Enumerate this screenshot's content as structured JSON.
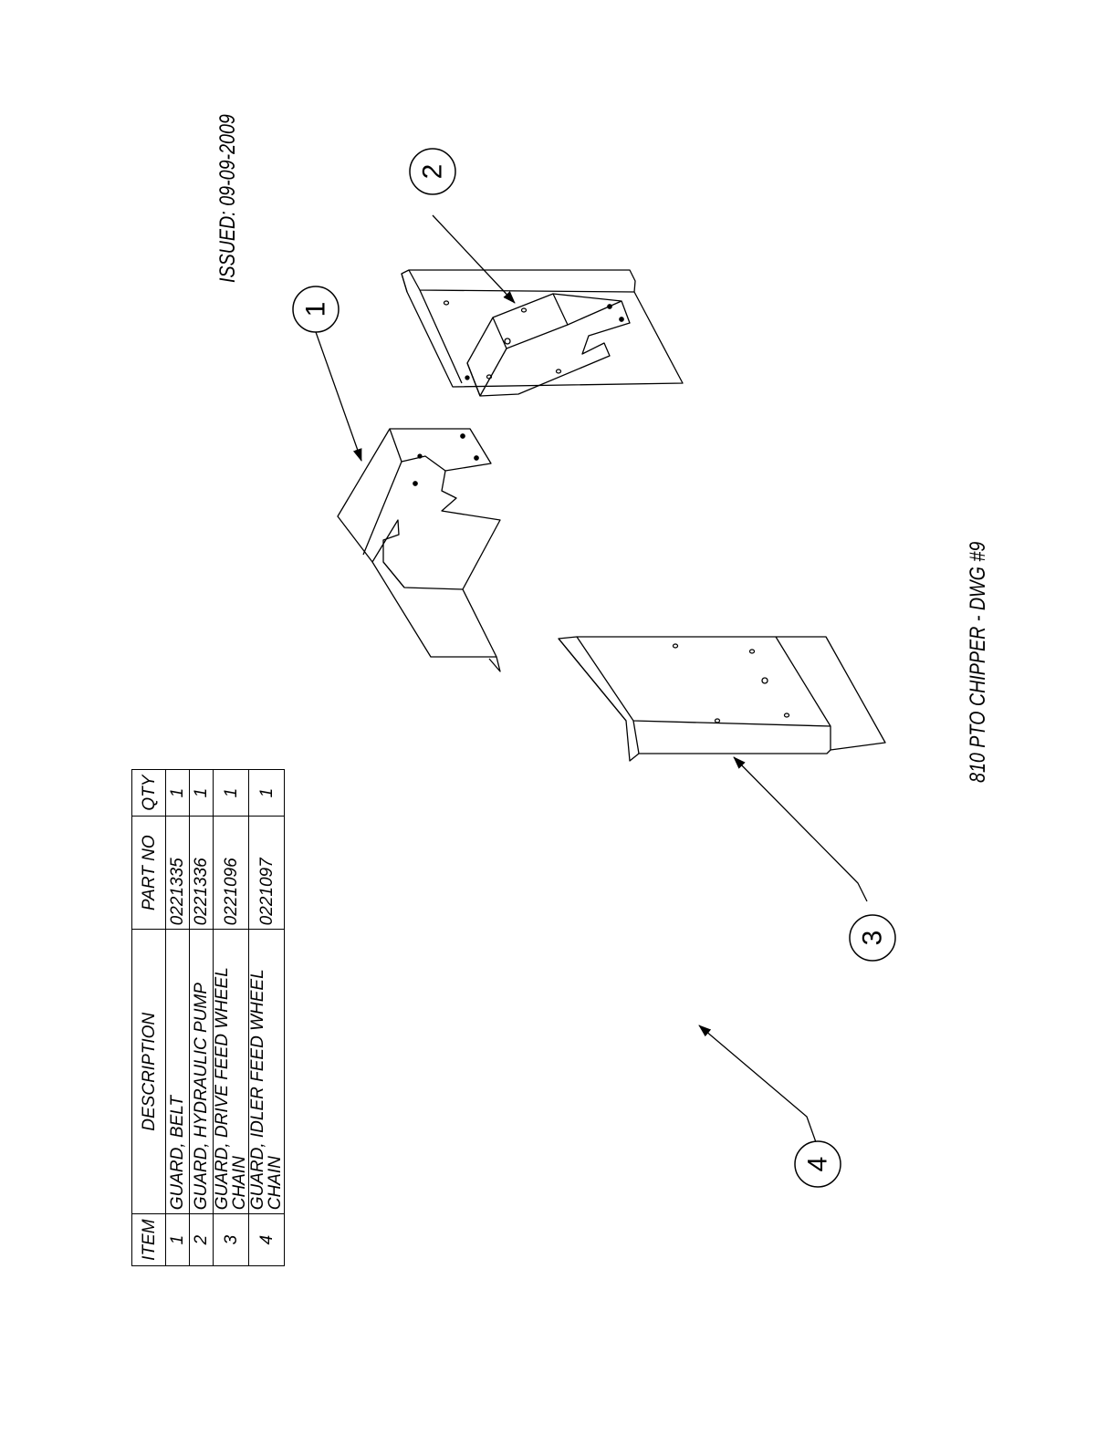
{
  "issued": "ISSUED: 09-09-2009",
  "title": "810 PTO CHIPPER - DWG #9",
  "bom": {
    "headers": {
      "item": "ITEM",
      "description": "DESCRIPTION",
      "part_no": "PART NO",
      "qty": "QTY"
    },
    "rows": [
      {
        "item": "1",
        "description": "GUARD, BELT",
        "part_no": "0221335",
        "qty": "1"
      },
      {
        "item": "2",
        "description": "GUARD, HYDRAULIC PUMP",
        "part_no": "0221336",
        "qty": "1"
      },
      {
        "item": "3",
        "description": "GUARD, DRIVE FEED WHEEL CHAIN",
        "part_no": "0221096",
        "qty": "1"
      },
      {
        "item": "4",
        "description": "GUARD, IDLER FEED WHEEL CHAIN",
        "part_no": "0221097",
        "qty": "1"
      }
    ]
  },
  "balloons": {
    "b1": "1",
    "b2": "2",
    "b3": "3",
    "b4": "4"
  }
}
